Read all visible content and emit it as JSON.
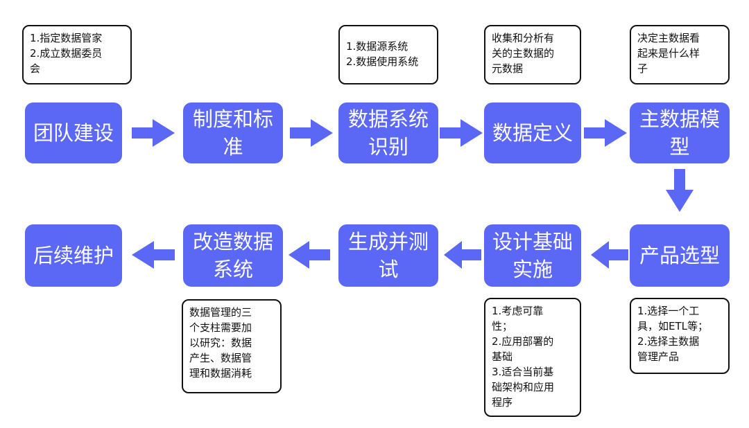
{
  "colors": {
    "step_fill": "#5b67f5",
    "arrow_fill": "#5b67f5",
    "note_border": "#111111",
    "text_dark": "#111111",
    "text_light": "#ffffff"
  },
  "steps": [
    {
      "id": "team-building",
      "label": "团队建设"
    },
    {
      "id": "policy-standards",
      "label": "制度和标\n准"
    },
    {
      "id": "data-system-identification",
      "label": "数据系统\n识别"
    },
    {
      "id": "data-definition",
      "label": "数据定义"
    },
    {
      "id": "master-data-model",
      "label": "主数据模\n型"
    },
    {
      "id": "product-selection",
      "label": "产品选型"
    },
    {
      "id": "infrastructure-implementation",
      "label": "设计基础\n实施"
    },
    {
      "id": "generate-test",
      "label": "生成并测\n试"
    },
    {
      "id": "reform-data-system",
      "label": "改造数据\n系统"
    },
    {
      "id": "maintenance",
      "label": "后续维护"
    }
  ],
  "notes": [
    {
      "for": "team-building",
      "text": "1.指定数据管家\n2.成立数据委员\n会"
    },
    {
      "for": "data-system-identification",
      "text": "1.数据源系统\n2.数据使用系统"
    },
    {
      "for": "data-definition",
      "text": "收集和分析有\n关的主数据的\n元数据"
    },
    {
      "for": "master-data-model",
      "text": "决定主数据看\n起来是什么样\n子"
    },
    {
      "for": "product-selection",
      "text": "1.选择一个工\n具，如ETL等；\n2.选择主数据\n管理产品"
    },
    {
      "for": "infrastructure-implementation",
      "text": "1.考虑可靠\n性；\n2.应用部署的\n基础\n3.适合当前基\n础架构和应用\n程序"
    },
    {
      "for": "reform-data-system",
      "text": "数据管理的三\n个支柱需要加\n以研究：数据\n产生、数据管\n理和数据消耗"
    }
  ],
  "flow": [
    {
      "from": "team-building",
      "to": "policy-standards",
      "direction": "right"
    },
    {
      "from": "policy-standards",
      "to": "data-system-identification",
      "direction": "right"
    },
    {
      "from": "data-system-identification",
      "to": "data-definition",
      "direction": "right"
    },
    {
      "from": "data-definition",
      "to": "master-data-model",
      "direction": "right"
    },
    {
      "from": "master-data-model",
      "to": "product-selection",
      "direction": "down"
    },
    {
      "from": "product-selection",
      "to": "infrastructure-implementation",
      "direction": "left"
    },
    {
      "from": "infrastructure-implementation",
      "to": "generate-test",
      "direction": "left"
    },
    {
      "from": "generate-test",
      "to": "reform-data-system",
      "direction": "left"
    },
    {
      "from": "reform-data-system",
      "to": "maintenance",
      "direction": "left"
    }
  ]
}
